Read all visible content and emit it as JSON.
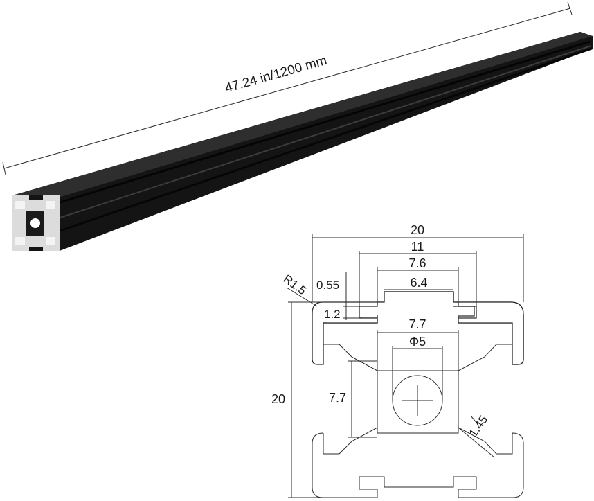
{
  "product": {
    "length_label": "47.24 in/1200 mm",
    "colors": {
      "profile_body": "#141414",
      "profile_highlight": "#3a3a3a",
      "end_face": "#e6e6e6",
      "drawing_line": "#2a2a2a"
    }
  },
  "drawing": {
    "width_total": "20",
    "slot_outer": "11",
    "slot_mid": "7.6",
    "slot_inner": "6.4",
    "wall_thickness": "0.55",
    "lip_height": "1.2",
    "corner_radius": "R1.5",
    "core_width": "7.7",
    "bore_diameter": "Φ5",
    "height_total": "20",
    "core_height": "7.7",
    "web_thickness": "1.45"
  }
}
